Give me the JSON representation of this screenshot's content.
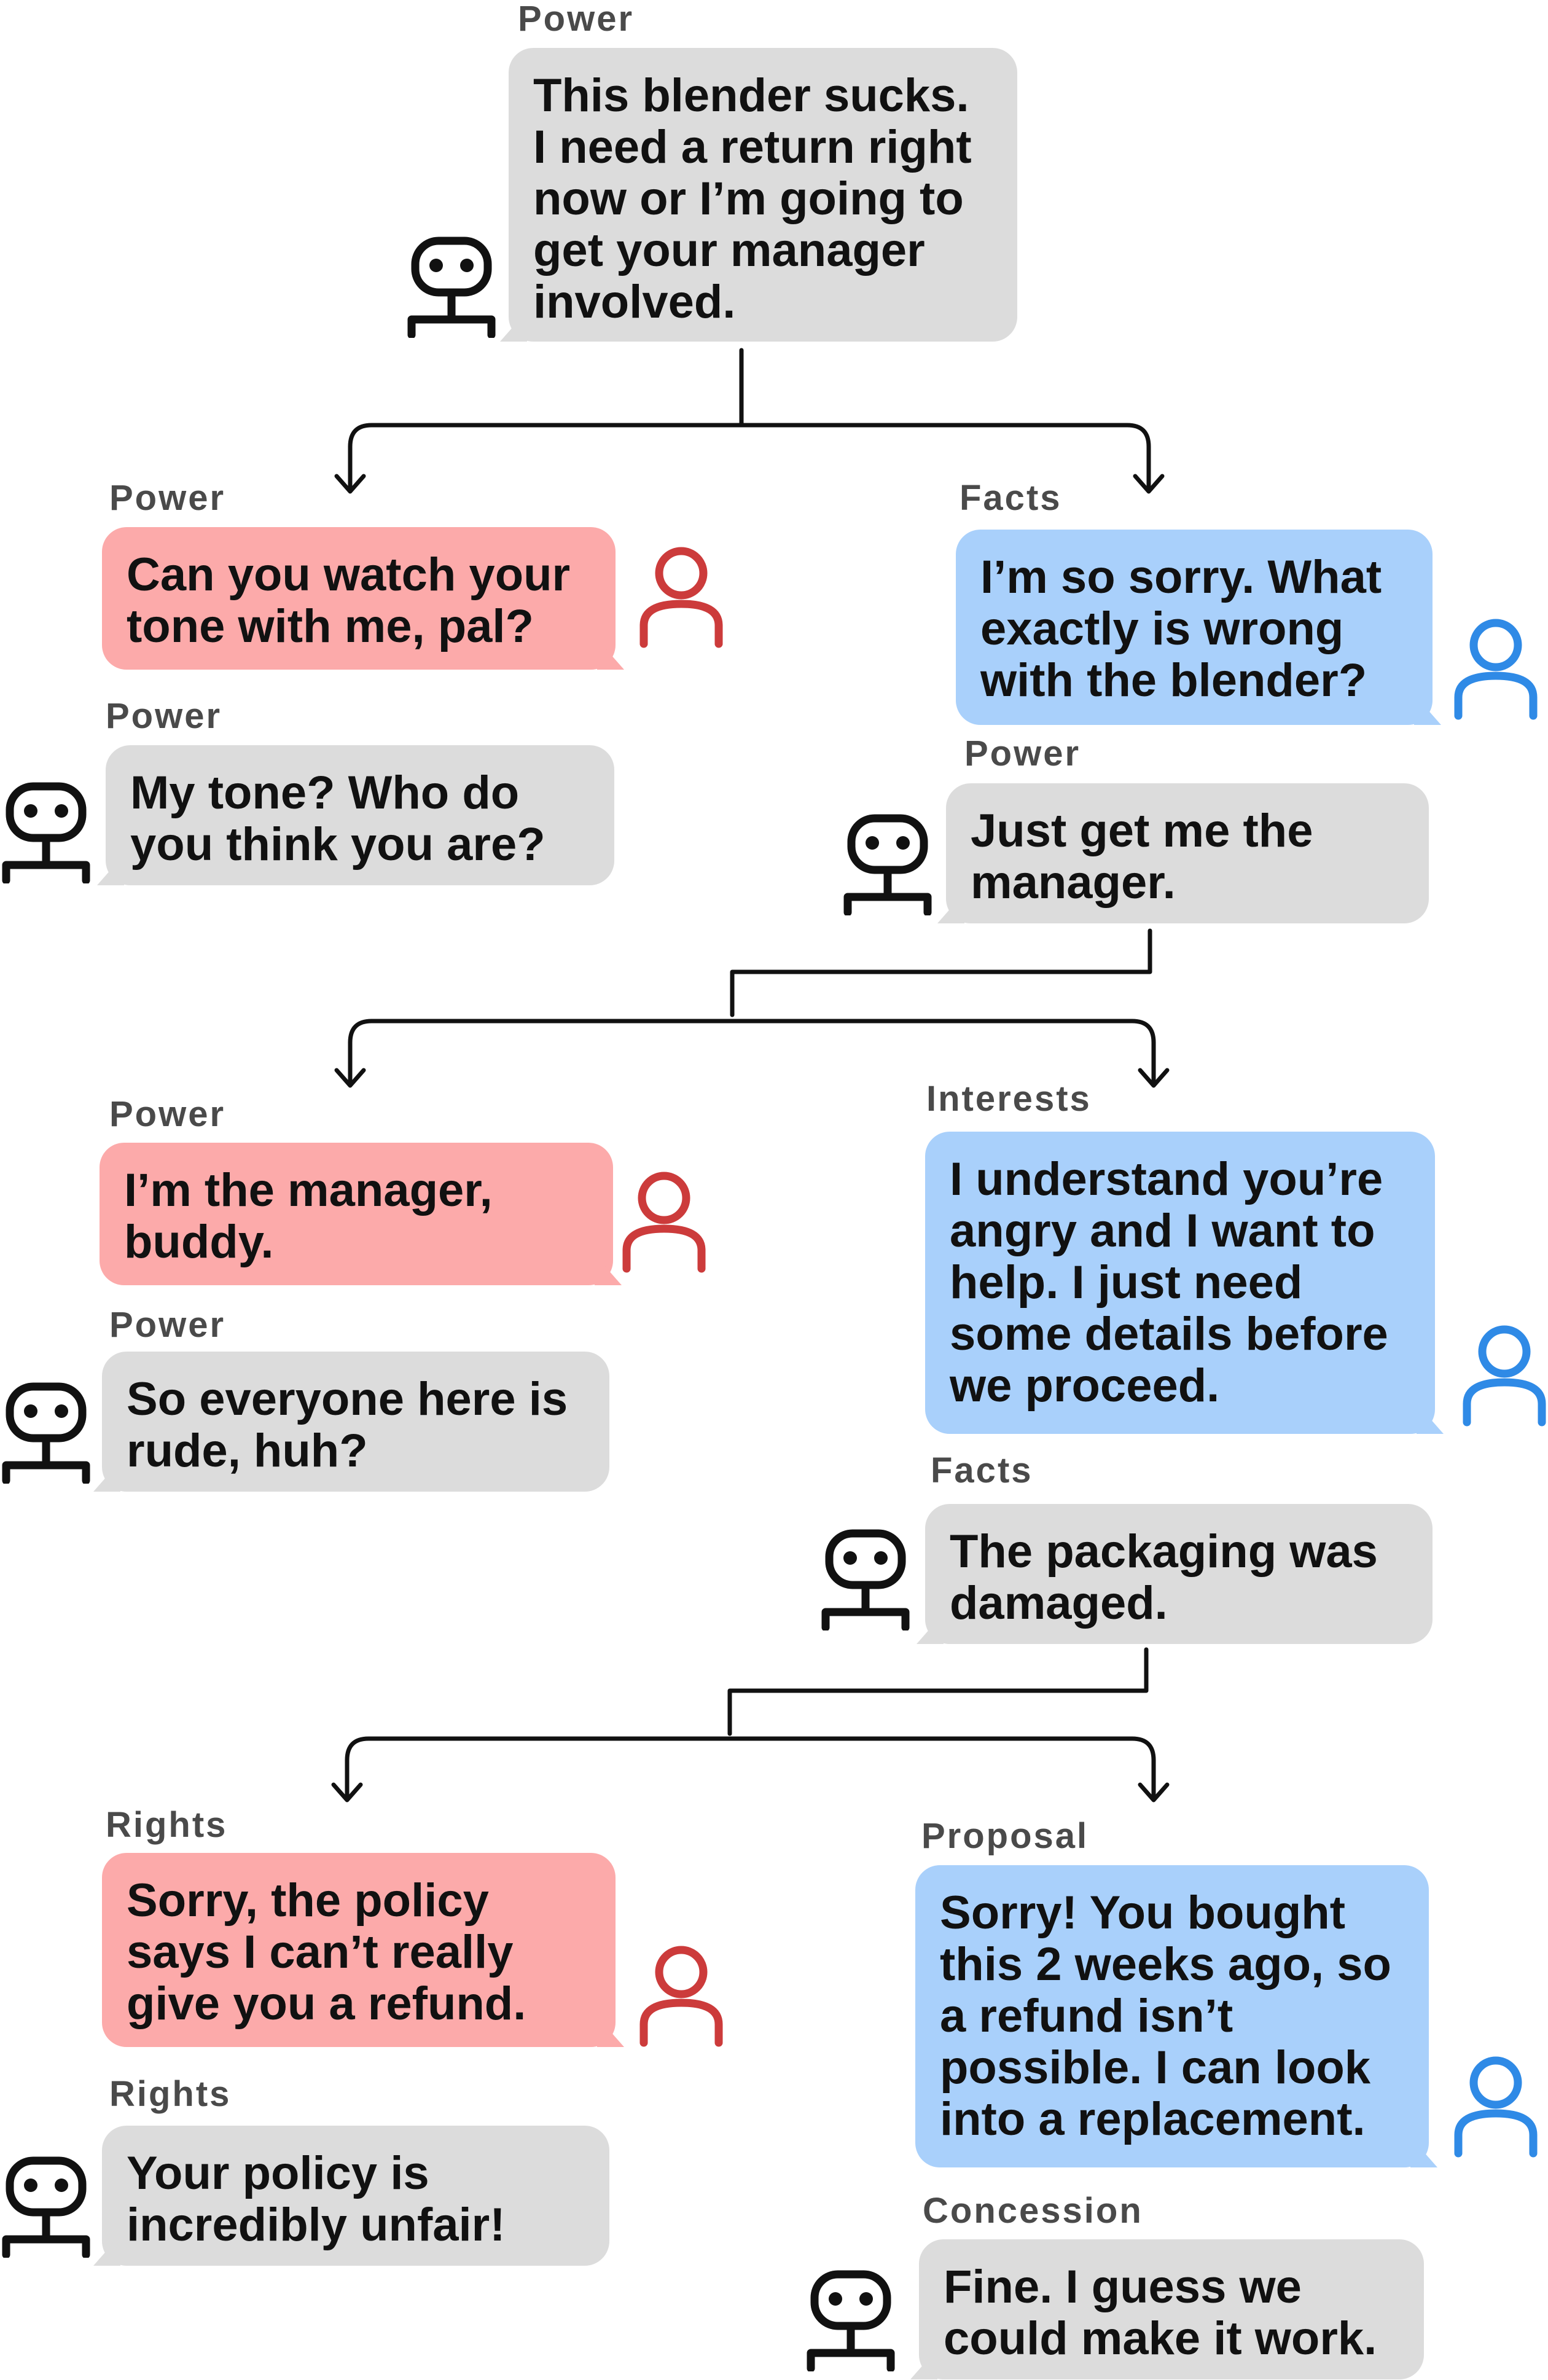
{
  "nodes": [
    {
      "label": "Power",
      "text": "This blender sucks.\nI need a return right\nnow or I’m going to\nget your manager\ninvolved.",
      "speaker": "robot",
      "color": "gray"
    },
    {
      "label": "Power",
      "text": "Can you watch your\ntone with me, pal?",
      "speaker": "person",
      "color": "red"
    },
    {
      "label": "Power",
      "text": "My tone? Who do\nyou think you are?",
      "speaker": "robot",
      "color": "gray"
    },
    {
      "label": "Facts",
      "text": "I’m so sorry. What\nexactly is wrong\nwith the blender?",
      "speaker": "person",
      "color": "blue"
    },
    {
      "label": "Power",
      "text": "Just get me the\nmanager.",
      "speaker": "robot",
      "color": "gray"
    },
    {
      "label": "Power",
      "text": "I’m the manager,\nbuddy.",
      "speaker": "person",
      "color": "red"
    },
    {
      "label": "Power",
      "text": "So everyone here is\nrude, huh?",
      "speaker": "robot",
      "color": "gray"
    },
    {
      "label": "Interests",
      "text": "I understand you’re\nangry and I want to\nhelp. I just need\nsome details before\nwe proceed.",
      "speaker": "person",
      "color": "blue"
    },
    {
      "label": "Facts",
      "text": "The packaging was\ndamaged.",
      "speaker": "robot",
      "color": "gray"
    },
    {
      "label": "Rights",
      "text": "Sorry, the policy\nsays I can’t really\ngive you a refund.",
      "speaker": "person",
      "color": "red"
    },
    {
      "label": "Rights",
      "text": "Your policy is\nincredibly unfair!",
      "speaker": "robot",
      "color": "gray"
    },
    {
      "label": "Proposal",
      "text": "Sorry! You bought\nthis 2 weeks ago, so\na refund isn’t\npossible. I can look\ninto a replacement.",
      "speaker": "person",
      "color": "blue"
    },
    {
      "label": "Concession",
      "text": "Fine. I guess we\ncould make it work.",
      "speaker": "robot",
      "color": "gray"
    }
  ],
  "colors": {
    "gray_bubble": "#dcdcdc",
    "red_bubble": "#fcaaaa",
    "blue_bubble": "#a9d0fb",
    "robot_icon": "#111111",
    "person_red": "#cc3b3b",
    "person_blue": "#2f8ae6",
    "connector": "#111111"
  },
  "icons": {
    "robot": "robot-icon",
    "person": "person-icon"
  }
}
